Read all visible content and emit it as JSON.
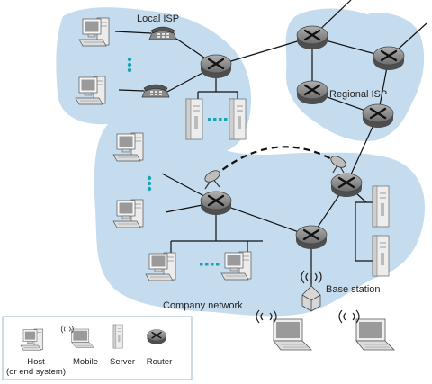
{
  "labels": {
    "local_isp": "Local ISP",
    "regional_isp": "Regional ISP",
    "company_network": "Company network",
    "base_station": "Base station"
  },
  "legend": {
    "host_line1": "Host",
    "host_line2": "(or end system)",
    "mobile": "Mobile",
    "server": "Server",
    "router": "Router"
  },
  "colors": {
    "cloud": "#c5dcef",
    "link": "#111111",
    "router_top": "#8f8f8f",
    "router_side": "#5a5a5a"
  }
}
